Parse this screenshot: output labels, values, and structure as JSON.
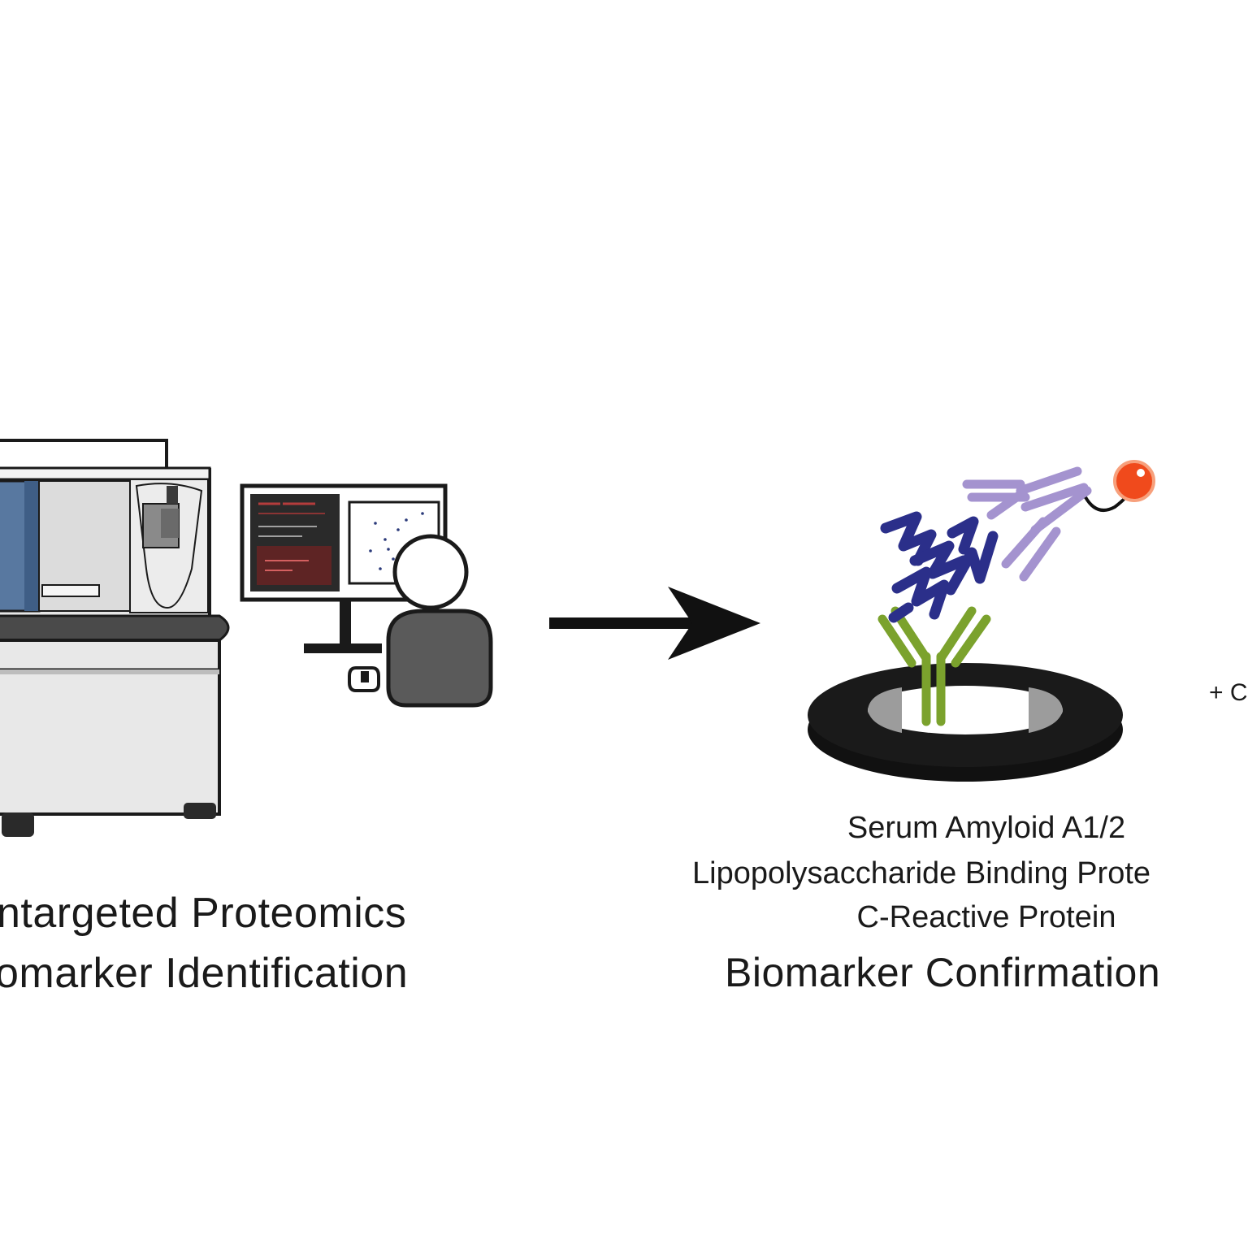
{
  "labels": {
    "left_line1": "ntargeted Proteomics",
    "left_line2": "omarker Identification",
    "proteins": [
      "Serum Amyloid A1/2",
      "Lipopolysaccharide Binding Prote",
      "C-Reactive Protein"
    ],
    "right_caption": "Biomarker Confirmation",
    "cut_text": "+ C"
  },
  "icons": [
    "mass-spectrometer-icon",
    "computer-monitor-icon",
    "person-icon",
    "computer-mouse-icon",
    "arrow-right-icon",
    "antigen-icon",
    "detection-antibody-icon",
    "capture-antibody-icon",
    "assay-well-icon"
  ],
  "colors": {
    "instrument_blue": "#5878a0",
    "antigen": "#2b2f8a",
    "detection_antibody": "#a493cf",
    "capture_antibody": "#7ba22d",
    "label_tag": "#f04a1c",
    "person_body": "#5a5a5a",
    "screen_dark": "#2a2a2a",
    "screen_text": "#b43c3c"
  }
}
